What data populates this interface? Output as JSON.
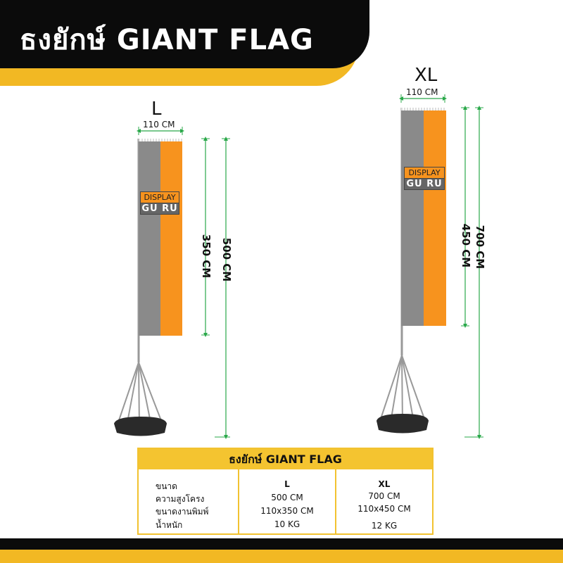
{
  "header": {
    "title": "ธงยักษ์ GIANT FLAG"
  },
  "flags": {
    "L": {
      "size_label": "L",
      "width_label": "110 CM",
      "flag_height_label": "350 CM",
      "total_height_label": "500 CM",
      "logo_top": "DISPLAY",
      "logo_bottom": "GU RU"
    },
    "XL": {
      "size_label": "XL",
      "width_label": "110 CM",
      "flag_height_label": "450 CM",
      "total_height_label": "700 CM",
      "logo_top": "DISPLAY",
      "logo_bottom": "GU RU"
    }
  },
  "spec_table": {
    "title": "ธงยักษ์ GIANT FLAG",
    "row_labels": [
      "ขนาด",
      "ความสูงโครง",
      "ขนาดงานพิมพ์",
      "น้ำหนัก"
    ],
    "columns": [
      {
        "header": "L",
        "values": [
          "500 CM",
          "110x350 CM",
          "10 KG"
        ]
      },
      {
        "header": "XL",
        "values": [
          "700 CM",
          "110x450 CM",
          "12 KG"
        ]
      }
    ]
  },
  "colors": {
    "black": "#0b0b0b",
    "yellow": "#f2b823",
    "flag_gray": "#8a8a8a",
    "flag_orange": "#f7931e",
    "dimension_green": "#2aa84a"
  }
}
